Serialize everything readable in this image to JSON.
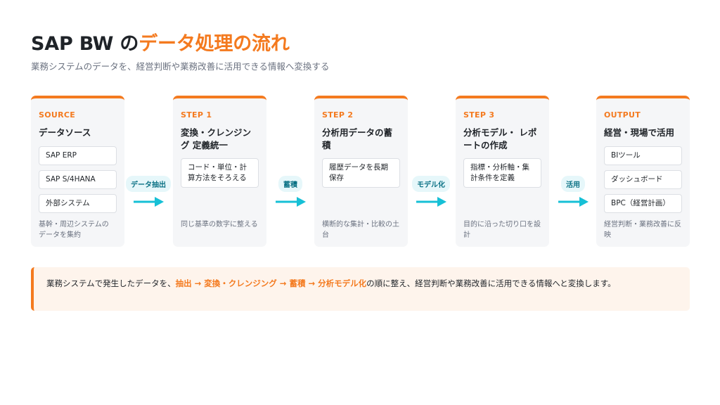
{
  "header": {
    "title_main": "SAP BW の",
    "title_accent": "データ処理の流れ",
    "subtitle": "業務システムのデータを、経営判断や業務改善に活用できる情報へ変換する"
  },
  "cards": [
    {
      "eyebrow": "SOURCE",
      "title": "データソース",
      "items": [
        "SAP ERP",
        "SAP S/4HANA",
        "外部システム"
      ],
      "desc": "基幹・周辺システムの データを集約"
    },
    {
      "eyebrow": "STEP 1",
      "title": "変換・クレンジング 定義統一",
      "items": [
        "コード・単位・計算方法をそろえる"
      ],
      "desc": "同じ基準の数字に整える"
    },
    {
      "eyebrow": "STEP 2",
      "title": "分析用データの蓄積",
      "items": [
        "履歴データを長期保存"
      ],
      "desc": "横断的な集計・比較の土台"
    },
    {
      "eyebrow": "STEP 3",
      "title": "分析モデル・ レポートの作成",
      "items": [
        "指標・分析軸・集計条件を定義"
      ],
      "desc": "目的に沿った切り口を設計"
    },
    {
      "eyebrow": "OUTPUT",
      "title": "経営・現場で活用",
      "items": [
        "BIツール",
        "ダッシュボード",
        "BPC（経営計画）"
      ],
      "desc": "経営判断・業務改善に反映"
    }
  ],
  "connectors": [
    "データ抽出",
    "蓄積",
    "モデル化",
    "活用"
  ],
  "note": {
    "pre": "業務システムで発生したデータを、",
    "highlight": "抽出 → 変換・クレンジング → 蓄積 → 分析モデル化",
    "post": "の順に整え、経営判断や業務改善に活用できる情報へと変換します。"
  },
  "colors": {
    "accent": "#f47a1f",
    "arrow": "#16c0d6",
    "card_bg": "#f5f6f8",
    "note_bg": "#fef4ec"
  }
}
